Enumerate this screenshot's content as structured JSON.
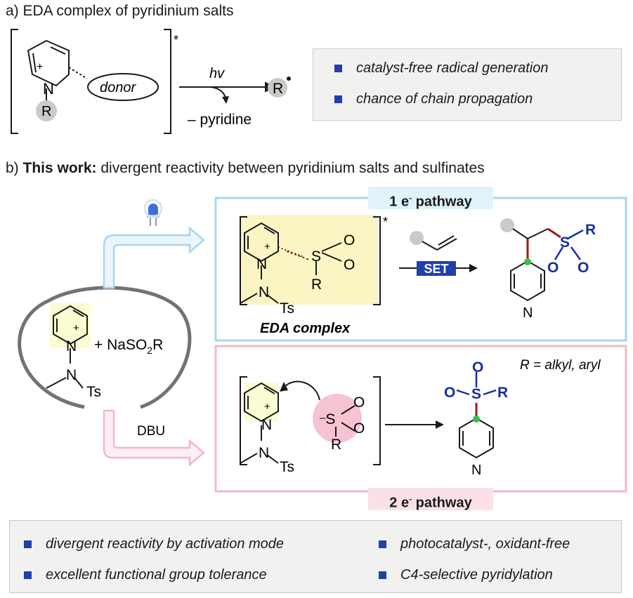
{
  "section_a": {
    "title": "a) EDA complex of pyridinium salts",
    "donor_label": "donor",
    "N_label": "N",
    "plus": "+",
    "R_label": "R",
    "star": "*",
    "hv_label": "hv",
    "minus_pyridine": "– pyridine",
    "radical_label": "R",
    "features": [
      "catalyst-free radical generation",
      "chance of chain propagation"
    ]
  },
  "section_b": {
    "title_prefix": "b) ",
    "title_bold": "This work:",
    "title_rest": " divergent reactivity between pyridinium salts and sulfinates",
    "reagent": "+ NaSO",
    "reagent_sub": "2",
    "reagent_end": "R",
    "Ts": "Ts",
    "N": "N",
    "DBU": "DBU",
    "pathway1": {
      "label": "1 e",
      "sup": "-",
      "label_end": " pathway",
      "SET": "SET",
      "eda_label": "EDA complex"
    },
    "pathway2": {
      "label": "2 e",
      "sup": "-",
      "label_end": " pathway",
      "R_def": "R = alkyl, aryl"
    },
    "S": "S",
    "O": "O",
    "R": "R"
  },
  "features_bottom": [
    "divergent reactivity by activation mode",
    "photocatalyst-, oxidant-free",
    "excellent functional group tolerance",
    "C4-selective pyridylation"
  ],
  "colors": {
    "blue_box": "#a9d5ec",
    "pink_box": "#f2b8c6",
    "bullet": "#1f3fae",
    "set_bg": "#1f3fae",
    "sulfonyl": "#1a2f9e",
    "green_dot": "#3dbd4b",
    "red_bond": "#9b1b1b"
  }
}
